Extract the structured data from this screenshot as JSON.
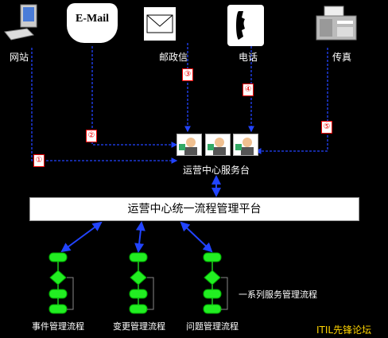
{
  "channels": {
    "web": {
      "label": "网站"
    },
    "email": {
      "icon_text": "E-Mail",
      "label": ""
    },
    "letter": {
      "label": "邮政信"
    },
    "phone": {
      "label": "电话"
    },
    "fax": {
      "label": "传真"
    }
  },
  "badges": [
    "①",
    "②",
    "③",
    "④",
    "⑤"
  ],
  "service_desk": {
    "label": "运营中心服务台"
  },
  "platform": {
    "label": "运营中心统一流程管理平台"
  },
  "processes": [
    {
      "label": "事件管理流程"
    },
    {
      "label": "变更管理流程"
    },
    {
      "label": "问题管理流程"
    }
  ],
  "note": {
    "label": "一系列服务管理流程"
  },
  "brand": {
    "text": "ITIL先锋论坛"
  },
  "colors": {
    "arrow": "#2244ff",
    "process": "#22ee22",
    "badge": "#ee0000",
    "brand": "#ffd400",
    "background": "#000000"
  }
}
